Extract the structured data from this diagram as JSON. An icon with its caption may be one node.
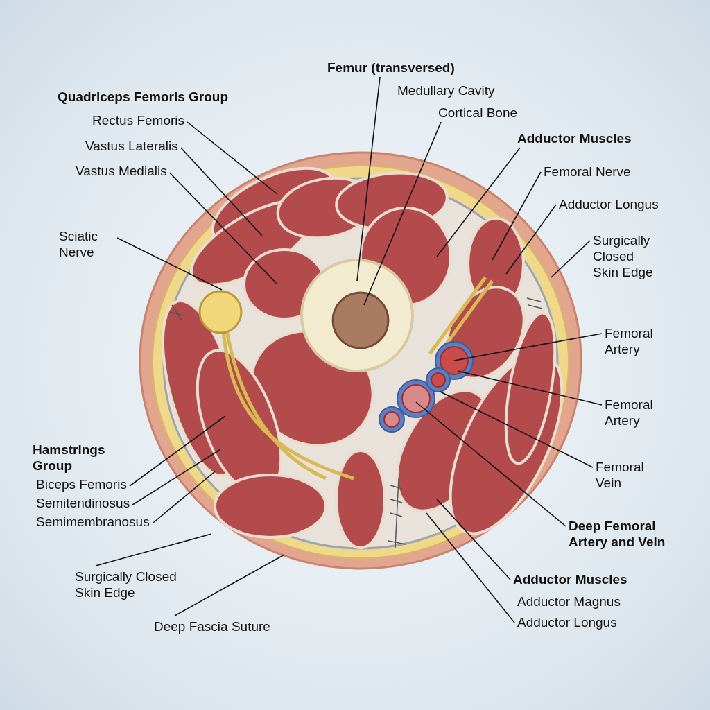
{
  "diagram": {
    "nodes": [
      {
        "text": [
          "Rectus Femoris"
        ]
      },
      {
        "text": [
          "Vastus Lateralis"
        ]
      },
      {
        "text": [
          "Vastus Medialis"
        ]
      },
      {
        "text": [
          "Sciatic Nerve"
        ]
      },
      {
        "text": [
          "Femur (transversed)"
        ]
      },
      {
        "text": [
          "Cortical Bone"
        ]
      },
      {
        "text": [
          "Adductor Muscles"
        ]
      },
      {
        "text": [
          "Femoral Nerve"
        ]
      },
      {
        "text": [
          "Adductor Longus"
        ]
      },
      {
        "text": [
          "Surgically Closed Skin Edge"
        ]
      },
      {
        "text": [
          "Femoral Artery"
        ]
      },
      {
        "text": [
          "Femoral Artery"
        ]
      },
      {
        "text": [
          "Femoral Vein"
        ]
      },
      {
        "text": [
          "Deep Femoral Artery and Vein"
        ]
      },
      {
        "text": [
          "Biceps Femoris"
        ]
      },
      {
        "text": [
          "Semitendinosus"
        ]
      },
      {
        "text": [
          "Semimembranosus"
        ]
      },
      {
        "text": [
          "Surgically Closed Skin Edge"
        ]
      },
      {
        "text": [
          "Deep Fascia Suture"
        ]
      },
      {
        "text": [
          "Adductor Muscles"
        ]
      },
      {
        "text": [
          "Adductor Longus"
        ]
      }
    ],
    "edges": [
      {
        "from": 0,
        "to": null,
        "arrow": "none"
      },
      {
        "from": 1,
        "to": null,
        "arrow": "none"
      },
      {
        "from": 2,
        "to": null,
        "arrow": "none"
      },
      {
        "from": 3,
        "to": null,
        "arrow": "none"
      },
      {
        "from": 4,
        "to": null,
        "arrow": "none"
      },
      {
        "from": 5,
        "to": null,
        "arrow": "none"
      },
      {
        "from": 6,
        "to": null,
        "arrow": "none"
      },
      {
        "from": 7,
        "to": null,
        "arrow": "none"
      },
      {
        "from": 8,
        "to": null,
        "arrow": "none"
      },
      {
        "from": 9,
        "to": null,
        "arrow": "none"
      },
      {
        "from": 10,
        "to": null,
        "arrow": "none"
      },
      {
        "from": 11,
        "to": null,
        "arrow": "none"
      },
      {
        "from": 12,
        "to": null,
        "arrow": "none"
      },
      {
        "from": 13,
        "to": null,
        "arrow": "none"
      },
      {
        "from": 14,
        "to": null,
        "arrow": "none"
      },
      {
        "from": 15,
        "to": null,
        "arrow": "none"
      },
      {
        "from": 16,
        "to": null,
        "arrow": "none"
      },
      {
        "from": 17,
        "to": null,
        "arrow": "none"
      },
      {
        "from": 18,
        "to": null,
        "arrow": "none"
      },
      {
        "from": 19,
        "to": null,
        "arrow": "none"
      },
      {
        "from": 20,
        "to": null,
        "arrow": "none"
      }
    ],
    "labels": [
      "Quadriceps Femoris Group",
      "Medullary Cavity",
      "Hamstrings Group",
      "Adductor Magnus"
    ]
  }
}
